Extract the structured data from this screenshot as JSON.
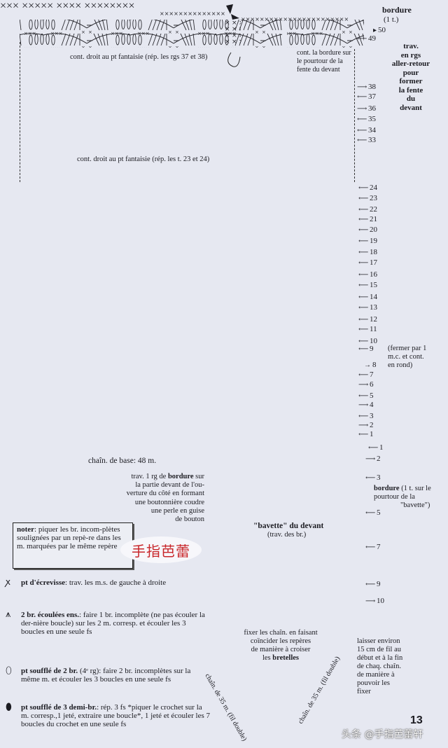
{
  "top_section": {
    "bordure_title": "bordure",
    "bordure_sub": "(1 t.)",
    "fente_note": [
      "trav.",
      "en rgs",
      "aller-retour",
      "pour",
      "former",
      "la fente",
      "du",
      "devant"
    ],
    "cont_bordure": [
      "cont. la bordure sur",
      "le pourtour de la",
      "fente du devant"
    ],
    "cont_droit_1": "cont. droit au pt fantaisie (rép. les rgs 37 et 38)",
    "cont_droit_2": "cont. droit au pt fantaisie (rép. les t. 23 et 24)",
    "rows_top": [
      {
        "n": "50",
        "dir": "right"
      },
      {
        "n": "49",
        "dir": "left"
      }
    ],
    "rows_mid": [
      {
        "n": "38",
        "dir": "right"
      },
      {
        "n": "37",
        "dir": "left"
      },
      {
        "n": "36",
        "dir": "right"
      },
      {
        "n": "35",
        "dir": "left"
      },
      {
        "n": "34",
        "dir": "left"
      },
      {
        "n": "33",
        "dir": "left"
      }
    ]
  },
  "main_section": {
    "rows": [
      {
        "n": "24",
        "dir": "left"
      },
      {
        "n": "23",
        "dir": "left"
      },
      {
        "n": "22",
        "dir": "left"
      },
      {
        "n": "21",
        "dir": "left"
      },
      {
        "n": "20",
        "dir": "left"
      },
      {
        "n": "19",
        "dir": "left"
      },
      {
        "n": "18",
        "dir": "left"
      },
      {
        "n": "17",
        "dir": "left"
      },
      {
        "n": "16",
        "dir": "left"
      },
      {
        "n": "15",
        "dir": "left"
      },
      {
        "n": "14",
        "dir": "left"
      },
      {
        "n": "13",
        "dir": "left"
      },
      {
        "n": "12",
        "dir": "left"
      },
      {
        "n": "11",
        "dir": "left"
      },
      {
        "n": "10",
        "dir": "left"
      },
      {
        "n": "9",
        "dir": "left"
      },
      {
        "n": "8",
        "dir": "right"
      },
      {
        "n": "7",
        "dir": "left"
      },
      {
        "n": "6",
        "dir": "right"
      },
      {
        "n": "5",
        "dir": "left"
      },
      {
        "n": "4",
        "dir": "right"
      },
      {
        "n": "3",
        "dir": "left"
      },
      {
        "n": "2",
        "dir": "right"
      },
      {
        "n": "1",
        "dir": "left"
      }
    ],
    "fermer_note": [
      "(fermer par 1",
      "m.c. et cont.",
      "en rond)"
    ],
    "chain_base": "chaîn. de base: 48 m.",
    "bouton_note": [
      "trav. 1 rg de ",
      "bordure",
      " sur",
      "la partie devant de l'ou-",
      "verture du côté en formant",
      "une boutonnière coudre",
      "une perle en guise",
      "de bouton"
    ]
  },
  "bavette": {
    "title": "\"bavette\" du devant",
    "subtitle": "(trav. des br.)",
    "rows": [
      {
        "n": "1",
        "dir": "left"
      },
      {
        "n": "2",
        "dir": "right"
      },
      {
        "n": "3",
        "dir": "left"
      },
      {
        "n": "5",
        "dir": "left"
      },
      {
        "n": "7",
        "dir": "left"
      },
      {
        "n": "9",
        "dir": "left"
      },
      {
        "n": "10",
        "dir": "right"
      }
    ],
    "bordure_bold": "bordure",
    "bordure_rest": " (1 t. sur le",
    "bordure_line2": "pourtour de la",
    "bordure_line3": "\"bavette\")"
  },
  "straps": {
    "fixer_note": [
      "fixer les chaîn. en faisant",
      "coïncider les repères",
      "de manière à croiser"
    ],
    "fixer_bold": "bretelles",
    "fixer_les": "les ",
    "left_chain": "chaîn. de 35 m. (fil double)",
    "right_chain": "chaîn. de 35 m. (fil double)",
    "laisser_note": [
      "laisser environ",
      "15 cm de fil au",
      "début et à la fin",
      "de chaq. chaîn.",
      "de manière à",
      "pouvoir les",
      "fixer"
    ]
  },
  "note": {
    "label": "noter",
    "text": ": piquer les br. incom-plètes soulignées par un repè-re dans les m. marquées par le même repère"
  },
  "stamp": {
    "text": "手指芭蕾",
    "color": "#c8262a"
  },
  "legend": [
    {
      "symbol": "ꭗ",
      "title": "pt d'écrevisse",
      "text": ": trav. les m.s. de gauche à droite"
    },
    {
      "symbol": "⩚",
      "title": "2 br. écoulées ens.",
      "text": ": faire 1 br. incomplète (ne pas écouler la der-nière boucle) sur les 2 m. corresp. et écouler les 3 boucles en une seule fs"
    },
    {
      "symbol": "0",
      "title": "pt soufflé de 2 br.",
      "text": " (4ᵉ rg): faire 2 br. incomplètes sur la même  m. et écouler  les 3 boucles en une seule fs"
    },
    {
      "symbol": "0",
      "title": "pt soufflé de 3 demi-br.",
      "text": ": rép. 3 fs  *piquer le crochet sur la m. corresp.,1 jeté, extraire une boucle*, 1 jeté et écouler les 7  boucles du crochet en une seule fs"
    }
  ],
  "page_number": "13",
  "watermark": "头条 @手指芭蕾轩"
}
